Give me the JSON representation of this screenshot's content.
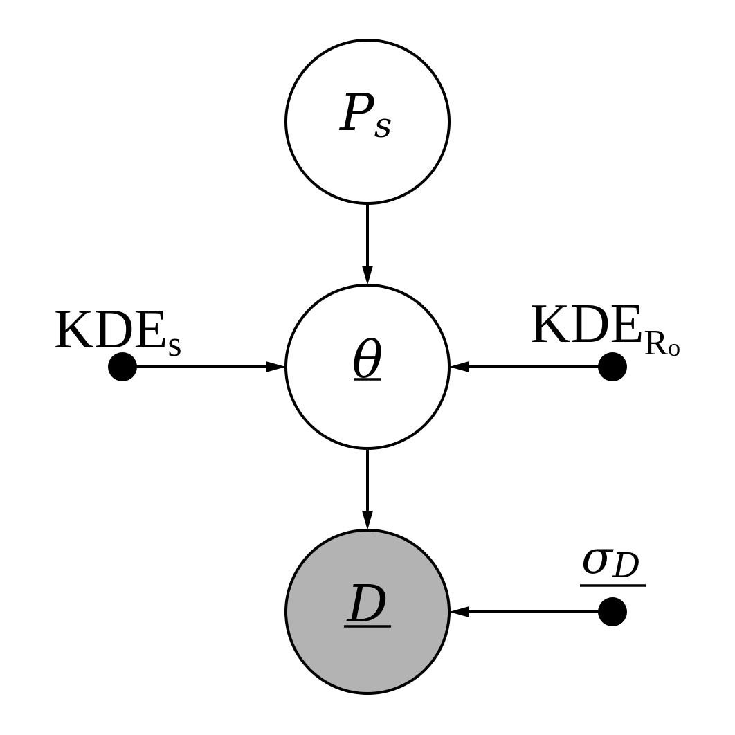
{
  "nodes": {
    "ps": {
      "base": "P",
      "sub": "s",
      "fill": "#ffffff"
    },
    "theta": {
      "text": "θ",
      "fill": "#ffffff"
    },
    "data": {
      "text": "D",
      "fill": "#b3b3b3"
    }
  },
  "params": {
    "kde_s": {
      "base": "KDE",
      "sub": "s"
    },
    "kde_ro": {
      "base": "KDE",
      "sub": "R",
      "subsub": "o"
    },
    "sigma_d": {
      "base": "σ",
      "sub": "D"
    }
  },
  "colors": {
    "stroke": "#000000",
    "observed_fill": "#b3b3b3",
    "latent_fill": "#ffffff"
  }
}
